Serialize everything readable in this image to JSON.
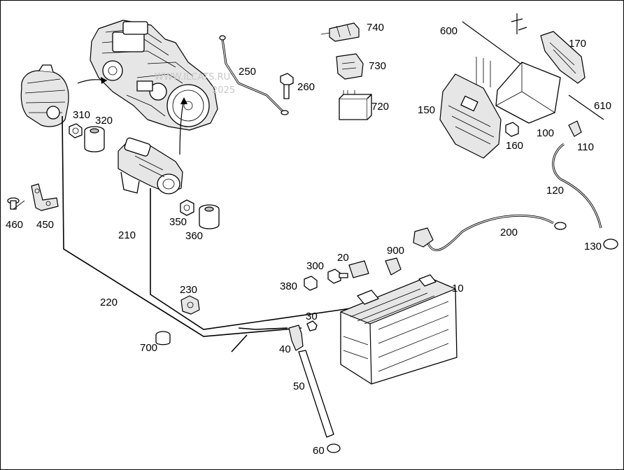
{
  "watermark": {
    "line1": "WWW.ILCATS.RU",
    "line2": "2025"
  },
  "callouts": {
    "c10": "10",
    "c20": "20",
    "c30": "30",
    "c40": "40",
    "c50": "50",
    "c60": "60",
    "c100": "100",
    "c110": "110",
    "c120": "120",
    "c130": "130",
    "c150": "150",
    "c160": "160",
    "c170": "170",
    "c200": "200",
    "c210": "210",
    "c220": "220",
    "c230": "230",
    "c250": "250",
    "c260": "260",
    "c300": "300",
    "c310": "310",
    "c320": "320",
    "c350": "350",
    "c360": "360",
    "c380": "380",
    "c450": "450",
    "c460": "460",
    "c600": "600",
    "c610": "610",
    "c700": "700",
    "c720": "720",
    "c730": "730",
    "c740": "740",
    "c900": "900"
  },
  "icons": [
    "engine-icon",
    "alternator-icon",
    "starter-motor-icon",
    "battery-icon",
    "battery-tray-icon",
    "fuse-box-icon",
    "relay-icon",
    "cable-icon"
  ]
}
